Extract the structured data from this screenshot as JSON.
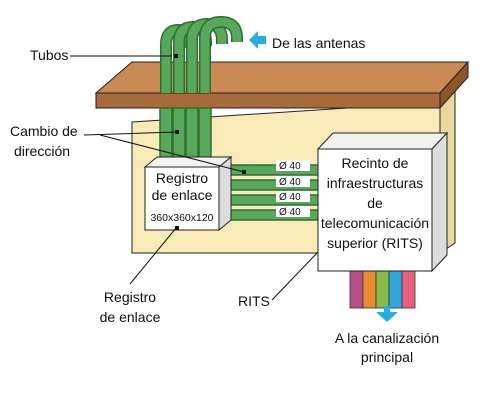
{
  "labels": {
    "tubos": "Tubos",
    "antenas": "De las antenas",
    "cambio_line1": "Cambio de",
    "cambio_line2": "dirección",
    "registro_box_line1": "Registro",
    "registro_box_line2": "de enlace",
    "registro_box_dims": "360x360x120",
    "registro_caption_line1": "Registro",
    "registro_caption_line2": "de enlace",
    "rits": "RITS",
    "canalizacion_line1": "A la canalización",
    "canalizacion_line2": "principal"
  },
  "recinto_lines": [
    "Recinto de",
    "infraestructuras",
    "de",
    "telecomunicación",
    "superior (RITS)"
  ],
  "diameters": [
    "Ø 40",
    "Ø 40",
    "Ø 40",
    "Ø 40"
  ],
  "colors": {
    "tube_green": "#58a85a",
    "tube_dark": "#2f6e33",
    "roof_top": "#c98a55",
    "roof_front": "#a96a3a",
    "wall": "#f8ebb8",
    "arrow_blue": "#22aee6",
    "conduit_colors": [
      "#b64f86",
      "#ea8b2f",
      "#86bb46",
      "#2fa9dc",
      "#e8607f"
    ]
  }
}
